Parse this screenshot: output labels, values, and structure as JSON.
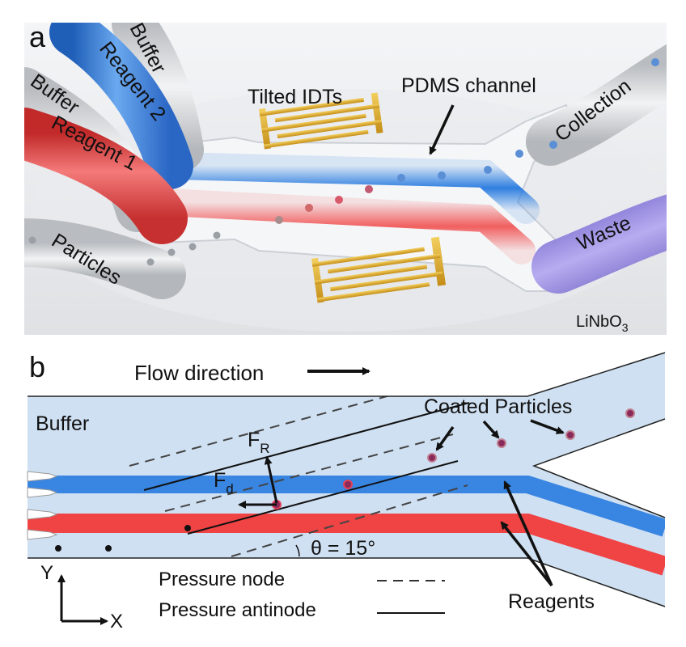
{
  "panel_a": {
    "letter": "a",
    "labels": {
      "buffer_top": "Buffer",
      "reagent2": "Reagent 2",
      "buffer_left": "Buffer",
      "reagent1": "Reagent 1",
      "particles": "Particles",
      "tilted_idts": "Tilted IDTs",
      "pdms_channel": "PDMS channel",
      "collection": "Collection",
      "waste": "Waste",
      "substrate_main": "LiNbO",
      "substrate_sub": "3"
    }
  },
  "panel_b": {
    "letter": "b",
    "labels": {
      "flow_direction": "Flow direction",
      "buffer": "Buffer",
      "coated_particles": "Coated Particles",
      "force_radiation": "F",
      "force_radiation_sub": "R",
      "force_drag": "F",
      "force_drag_sub": "d",
      "angle": "θ = 15°",
      "axis_y": "Y",
      "axis_x": "X",
      "reagents": "Reagents"
    },
    "legend": [
      {
        "label": "Pressure node",
        "style": "dashed"
      },
      {
        "label": "Pressure antinode",
        "style": "solid"
      }
    ]
  },
  "colors": {
    "channel_fill": "#cfe0f2",
    "blue_stream": "#2f7fe0",
    "red_stream": "#f03a3a",
    "waste_tube": "#9b8fe0",
    "gold": "#d9a52a",
    "particle_coat": "#8a2a5a"
  }
}
